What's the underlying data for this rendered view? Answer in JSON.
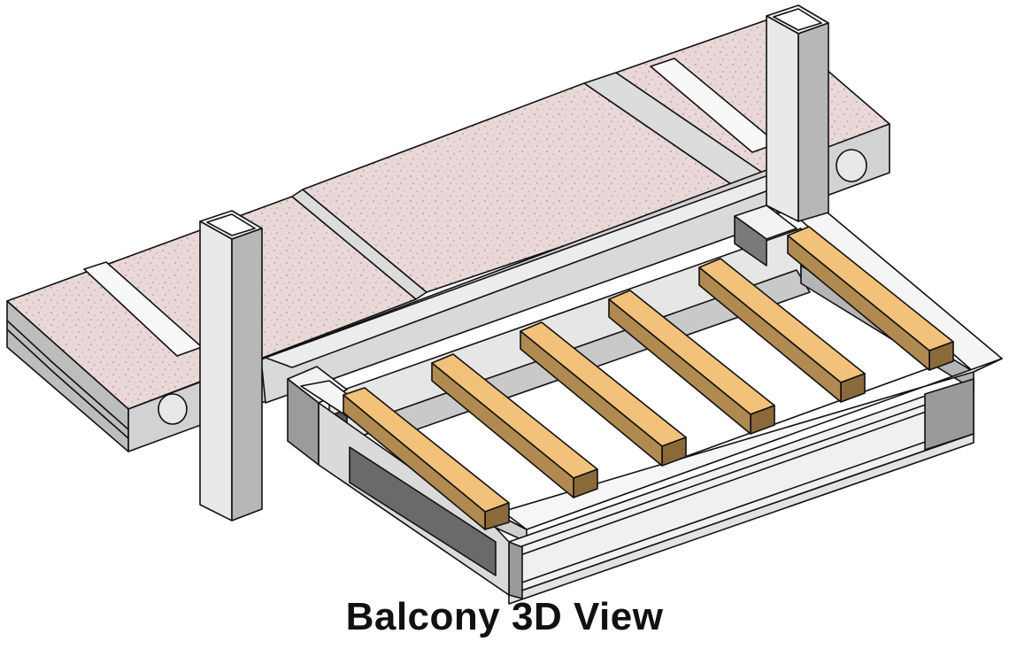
{
  "caption": "Balcony 3D View",
  "colors": {
    "slab_top": "#ead8d8",
    "slab_side": "#cfcfcf",
    "slab_dark": "#9a9a9a",
    "steel_light": "#f4f4f4",
    "steel_mid": "#d6d6d6",
    "steel_dark": "#6e6e6e",
    "joist_top": "#f2c27a",
    "joist_side": "#8a6a3a",
    "outline": "#111111"
  },
  "components": {
    "hollowcore_slabs": 3,
    "steel_columns": 2,
    "timber_joists": 6,
    "steel_frame": 1
  }
}
